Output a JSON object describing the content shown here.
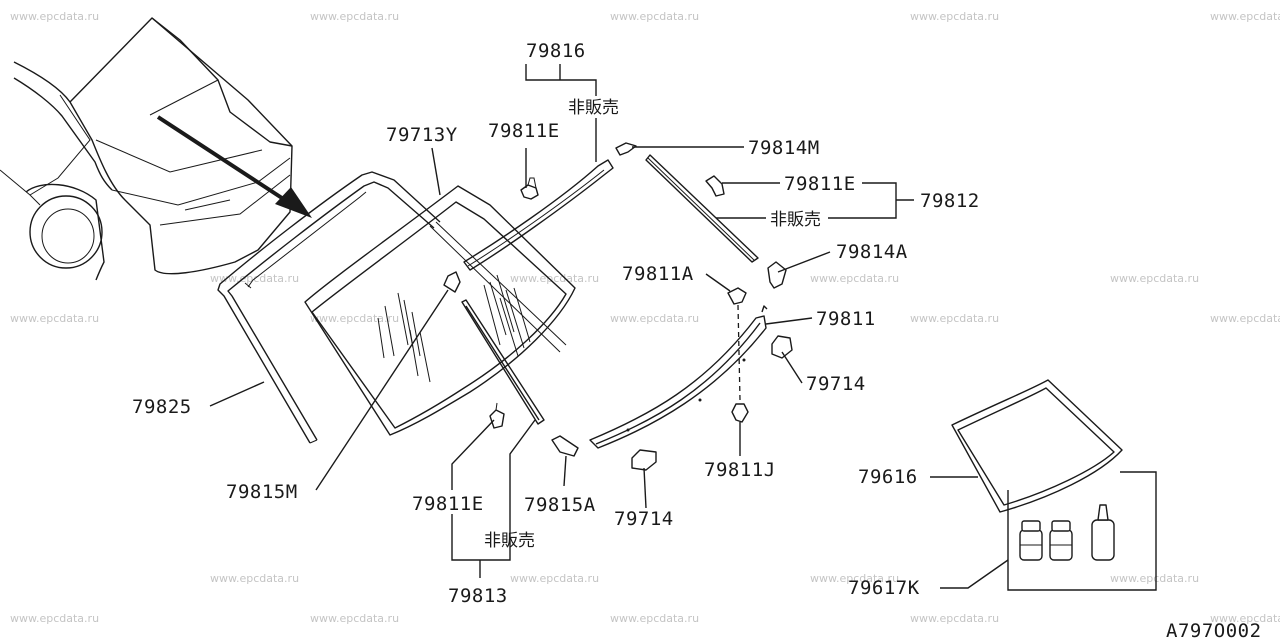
{
  "watermark": "www.epcdata.ru",
  "diagram_code": "A797O002",
  "labels": {
    "p79816": "79816",
    "p79811E_top": "79811E",
    "hi_top": "非販売",
    "p79713Y": "79713Y",
    "p79814M": "79814M",
    "p79811E_right": "79811E",
    "hi_right": "非販売",
    "p79812": "79812",
    "p79814A": "79814A",
    "p79811A": "79811A",
    "p79811": "79811",
    "p79714_right": "79714",
    "p79825": "79825",
    "p79815M": "79815M",
    "p79811E_bottom": "79811E",
    "p79815A": "79815A",
    "p79714_bottom": "79714",
    "p79811J": "79811J",
    "hi_bottom": "非販売",
    "p79813": "79813",
    "p79616": "79616",
    "p79617K": "79617K"
  },
  "colors": {
    "ink": "#1a1a1a",
    "watermark": "#c4c4c4",
    "background": "#ffffff"
  }
}
